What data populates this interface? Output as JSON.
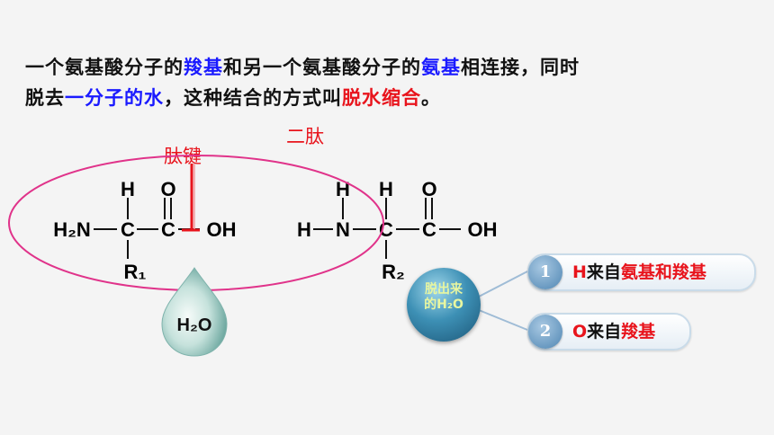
{
  "paragraph": {
    "t1": "一个氨基酸分子的",
    "t2": "羧基",
    "t3": "和另一个氨基酸分子的",
    "t4": "氨基",
    "t5": "相连接，同时",
    "t6": "脱去",
    "t7": "一分子的水",
    "t8": "，这种结合的方式叫",
    "t9": "脱水缩合",
    "t10": "。"
  },
  "labels": {
    "dipeptide": "二肽",
    "peptide_bond": "肽键"
  },
  "molecule1": {
    "h_top": "H",
    "o_top": "O",
    "h2n": "H₂N",
    "c1": "C",
    "c2": "C",
    "oh": "OH",
    "r": "R₁"
  },
  "molecule2": {
    "h_n": "H",
    "h_top": "H",
    "o_top": "O",
    "h_left": "H",
    "n": "N",
    "c1": "C",
    "c2": "C",
    "oh": "OH",
    "r": "R₂"
  },
  "water_drop": {
    "label": "H₂O"
  },
  "ball": {
    "line1": "脱出来",
    "line2": "的H₂O"
  },
  "points": [
    {
      "num": "1",
      "part1": "H来自",
      "part2": "氨基和羧基"
    },
    {
      "num": "2",
      "part1": "O来自",
      "part2": "羧基"
    }
  ],
  "colors": {
    "red": "#e8141c",
    "blue": "#1a1aff",
    "ellipse": "#e0338a",
    "ball": "#3d90b5"
  }
}
